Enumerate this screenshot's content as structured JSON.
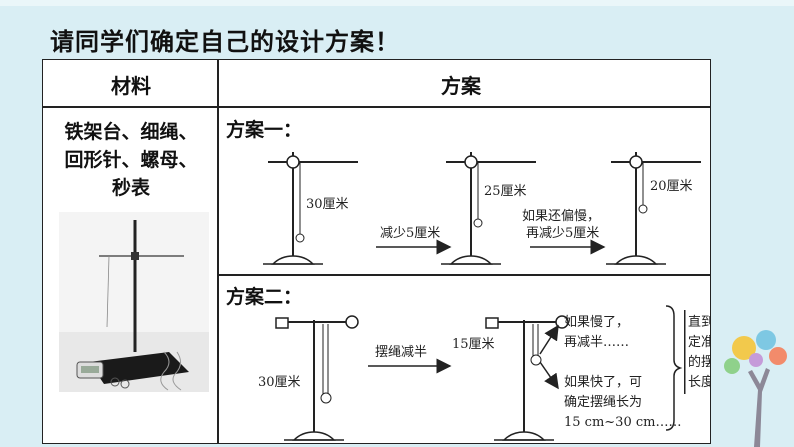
{
  "title": "请同学们确定自己的设计方案！",
  "table": {
    "header_material": "材料",
    "header_plan": "方案",
    "materials_lines": [
      "铁架台、细绳、",
      "回形针、螺母、",
      "秒表"
    ],
    "plan1": {
      "label": "方案一：",
      "lengths": [
        "30厘米",
        "25厘米",
        "20厘米"
      ],
      "arrow1_text": "减少5厘米",
      "arrow2_line1": "如果还偏慢，",
      "arrow2_line2": "再减少5厘米"
    },
    "plan2": {
      "label": "方案二：",
      "lengths": [
        "30厘米",
        "15厘米"
      ],
      "arrow_text": "摆绳减半",
      "branch1_line1": "如果慢了，",
      "branch1_line2": "再减半……",
      "branch2_line1": "如果快了，可",
      "branch2_line2": "确定摆绳长为",
      "branch2_line3": "15 cm~30 cm……",
      "conclusion": [
        "直到确",
        "定准确",
        "的摆绳",
        "长度"
      ]
    }
  }
}
